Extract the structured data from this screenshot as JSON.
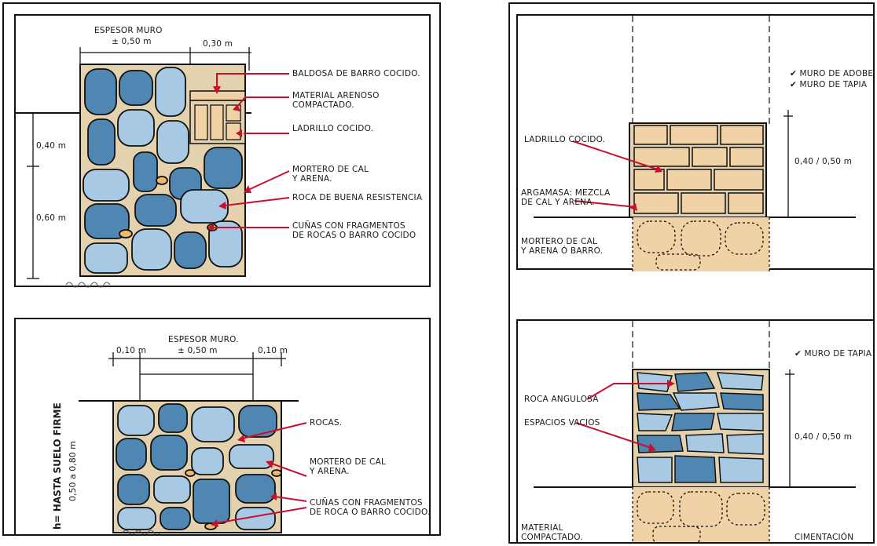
{
  "panel_a": {
    "dims": {
      "wall_width_label": "ESPESOR MURO",
      "wall_width_value": "± 0,50 m",
      "ledge": "0,30 m",
      "upper_h": "0,40 m",
      "lower_h": "0,60 m"
    },
    "labels": {
      "tile": "BALDOSA DE BARRO COCIDO.",
      "sand": "MATERIAL ARENOSO\nCOMPACTADO.",
      "brick": "LADRILLO COCIDO.",
      "mortar": "MORTERO DE CAL\nY ARENA.",
      "rock": "ROCA DE BUENA RESISTENCIA",
      "wedges": "CUÑAS CON FRAGMENTOS\nDE ROCAS O BARRO COCIDO"
    }
  },
  "panel_b": {
    "dims": {
      "wall_width_label": "ESPESOR MURO.",
      "left_margin": "0,10 m",
      "wall_width_value": "± 0,50 m",
      "right_margin": "0,10 m"
    },
    "vertical": {
      "h_label": "h= HASTA SUELO FIRME",
      "h_value": "0,50 a 0,80 m"
    },
    "labels": {
      "rocks": "ROCAS.",
      "mortar": "MORTERO DE CAL\nY ARENA.",
      "wedges": "CUÑAS CON FRAGMENTOS\nDE ROCA O BARRO COCIDO."
    }
  },
  "panel_c": {
    "checks": [
      "MURO DE ADOBE",
      "MURO DE TAPIA"
    ],
    "dim": "0,40 / 0,50 m",
    "labels": {
      "brick": "LADRILLO COCIDO.",
      "mortar_mix": "ARGAMASA: MEZCLA\nDE CAL Y ARENA.",
      "base": "MORTERO DE CAL\nY ARENA ó BARRO."
    }
  },
  "panel_d": {
    "checks": [
      "MURO DE TAPIA"
    ],
    "dim": "0,40 / 0,50 m",
    "labels": {
      "angular": "ROCA ANGULOSA",
      "voids": "ESPACIOS VACIOS",
      "compacted": "MATERIAL\nCOMPACTADO.",
      "foundation": "CIMENTACIÓN"
    }
  },
  "colors": {
    "rock_dark": "#4f86b2",
    "rock_light": "#a8c9e4",
    "mortar": "#e3d2ad",
    "brick": "#f1d2a6",
    "arrow": "#c8102e",
    "outline": "#1a1a1a"
  }
}
